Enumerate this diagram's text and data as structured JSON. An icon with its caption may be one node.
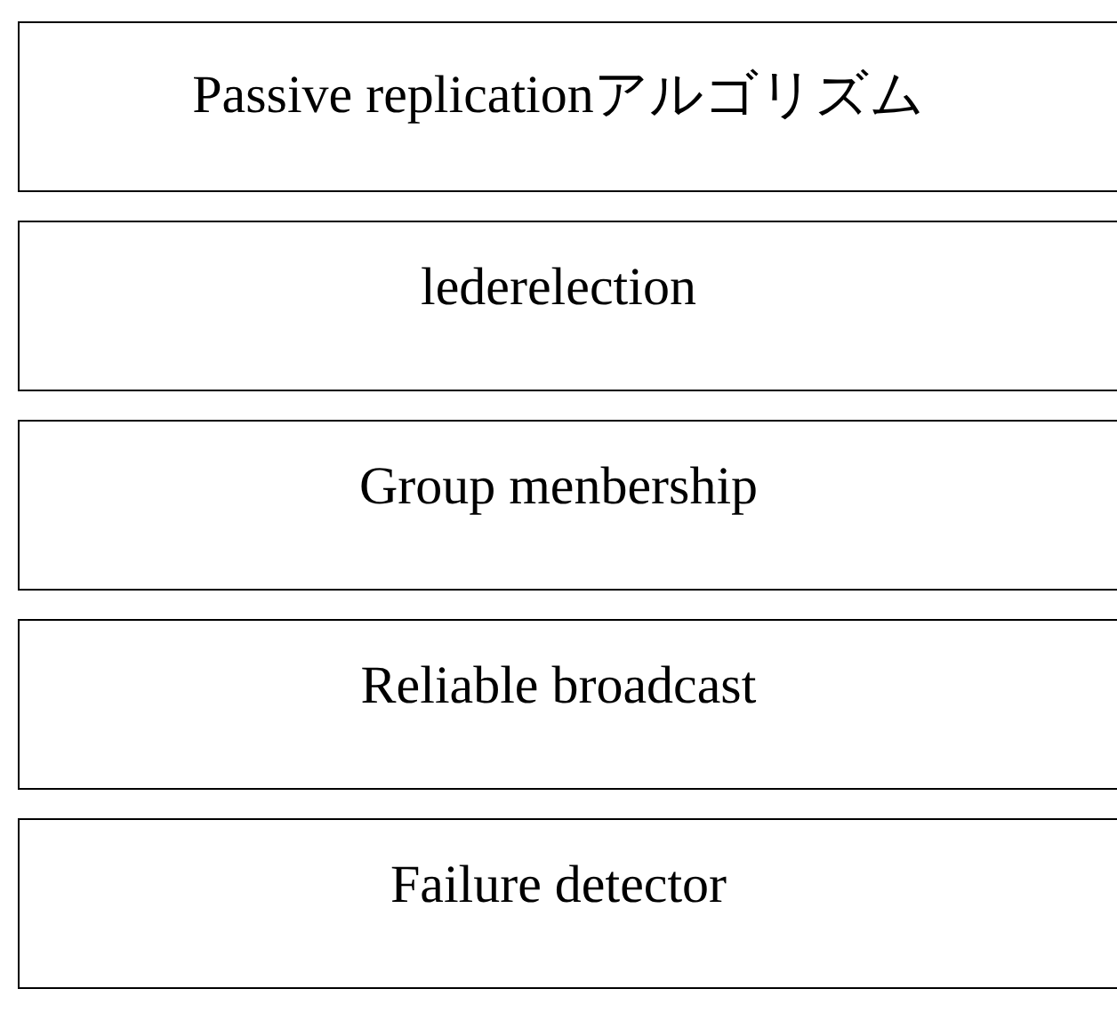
{
  "diagram": {
    "nodes": [
      {
        "text": [
          "Passive replicationアルゴリズム"
        ]
      },
      {
        "text": [
          "lederelection"
        ]
      },
      {
        "text": [
          "Group menbership"
        ]
      },
      {
        "text": [
          "Reliable broadcast"
        ]
      },
      {
        "text": [
          "Failure detector"
        ]
      }
    ]
  }
}
